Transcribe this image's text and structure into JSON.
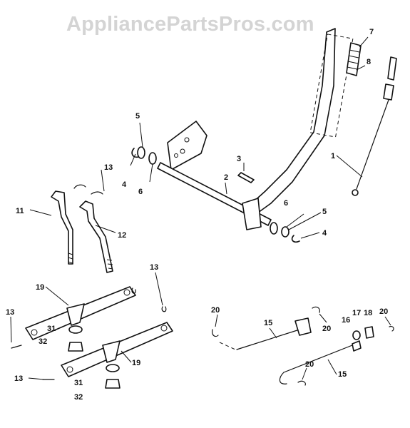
{
  "watermark": "AppliancePartsPros.com",
  "callouts": {
    "c1": "1",
    "c2": "2",
    "c3": "3",
    "c4a": "4",
    "c4b": "4",
    "c5a": "5",
    "c5b": "5",
    "c6a": "6",
    "c6b": "6",
    "c7": "7",
    "c8": "8",
    "c11": "11",
    "c12": "12",
    "c13a": "13",
    "c13b": "13",
    "c13c": "13",
    "c13d": "13",
    "c15a": "15",
    "c15b": "15",
    "c16": "16",
    "c17": "17",
    "c18": "18",
    "c19a": "19",
    "c19b": "19",
    "c20a": "20",
    "c20b": "20",
    "c20c": "20",
    "c20d": "20",
    "c31a": "31",
    "c31b": "31",
    "c32a": "32",
    "c32b": "32"
  },
  "colors": {
    "ink": "#111111",
    "watermark": "#d4d4d4",
    "background": "#ffffff"
  }
}
